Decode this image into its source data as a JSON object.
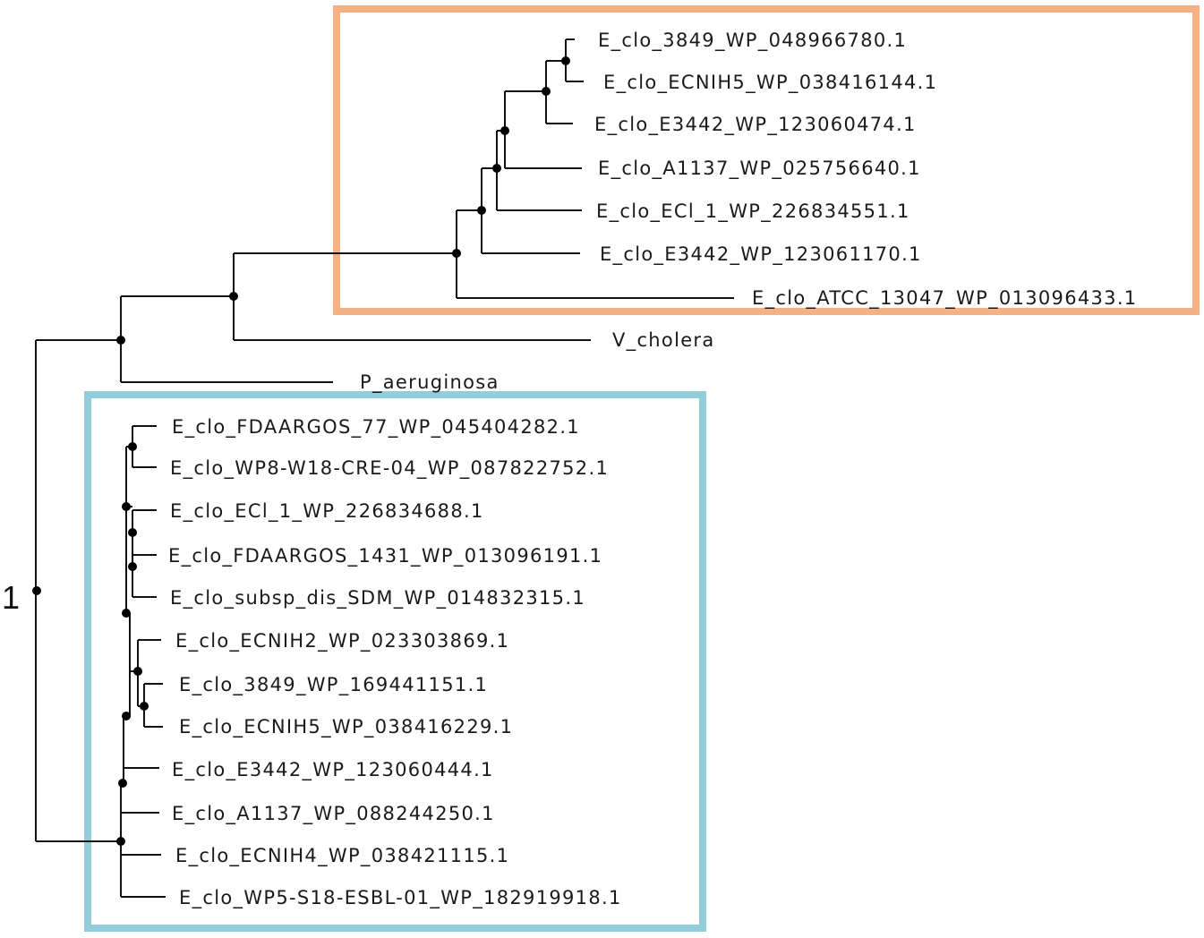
{
  "root_label": "1",
  "groups": [
    {
      "id": "upper",
      "color": "#F4B183"
    },
    {
      "id": "lower",
      "color": "#92CDDC"
    }
  ],
  "leaves": [
    "E_clo_3849_WP_048966780.1",
    "E_clo_ECNIH5_WP_038416144.1",
    "E_clo_E3442_WP_123060474.1",
    "E_clo_A1137_WP_025756640.1",
    "E_clo_ECl_1_WP_226834551.1",
    "E_clo_E3442_WP_123061170.1",
    "E_clo_ATCC_13047_WP_013096433.1",
    "V_cholera",
    "P_aeruginosa",
    "E_clo_FDAARGOS_77_WP_045404282.1",
    "E_clo_WP8-W18-CRE-04_WP_087822752.1",
    "E_clo_ECl_1_WP_226834688.1",
    "E_clo_FDAARGOS_1431_WP_013096191.1",
    "E_clo_subsp_dis_SDM_WP_014832315.1",
    "E_clo_ECNIH2_WP_023303869.1",
    "E_clo_3849_WP_169441151.1",
    "E_clo_ECNIH5_WP_038416229.1",
    "E_clo_E3442_WP_123060444.1",
    "E_clo_A1137_WP_088244250.1",
    "E_clo_ECNIH4_WP_038421115.1",
    "E_clo_WP5-S18-ESBL-01_WP_182919918.1"
  ]
}
